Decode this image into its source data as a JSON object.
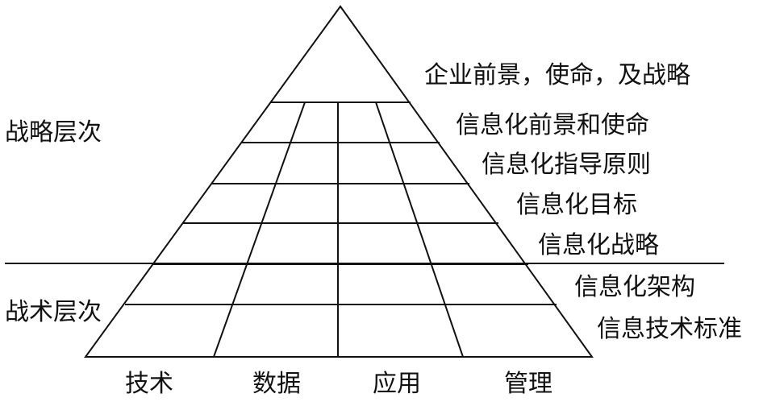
{
  "levels": {
    "strategic": "战略层次",
    "tactical": "战术层次"
  },
  "layers": [
    "企业前景，使命，及战略",
    "信息化前景和使命",
    "信息化指导原则",
    "信息化目标",
    "信息化战略",
    "信息化架构",
    "信息技术标准"
  ],
  "columns": [
    "技术",
    "数据",
    "应用",
    "管理"
  ]
}
